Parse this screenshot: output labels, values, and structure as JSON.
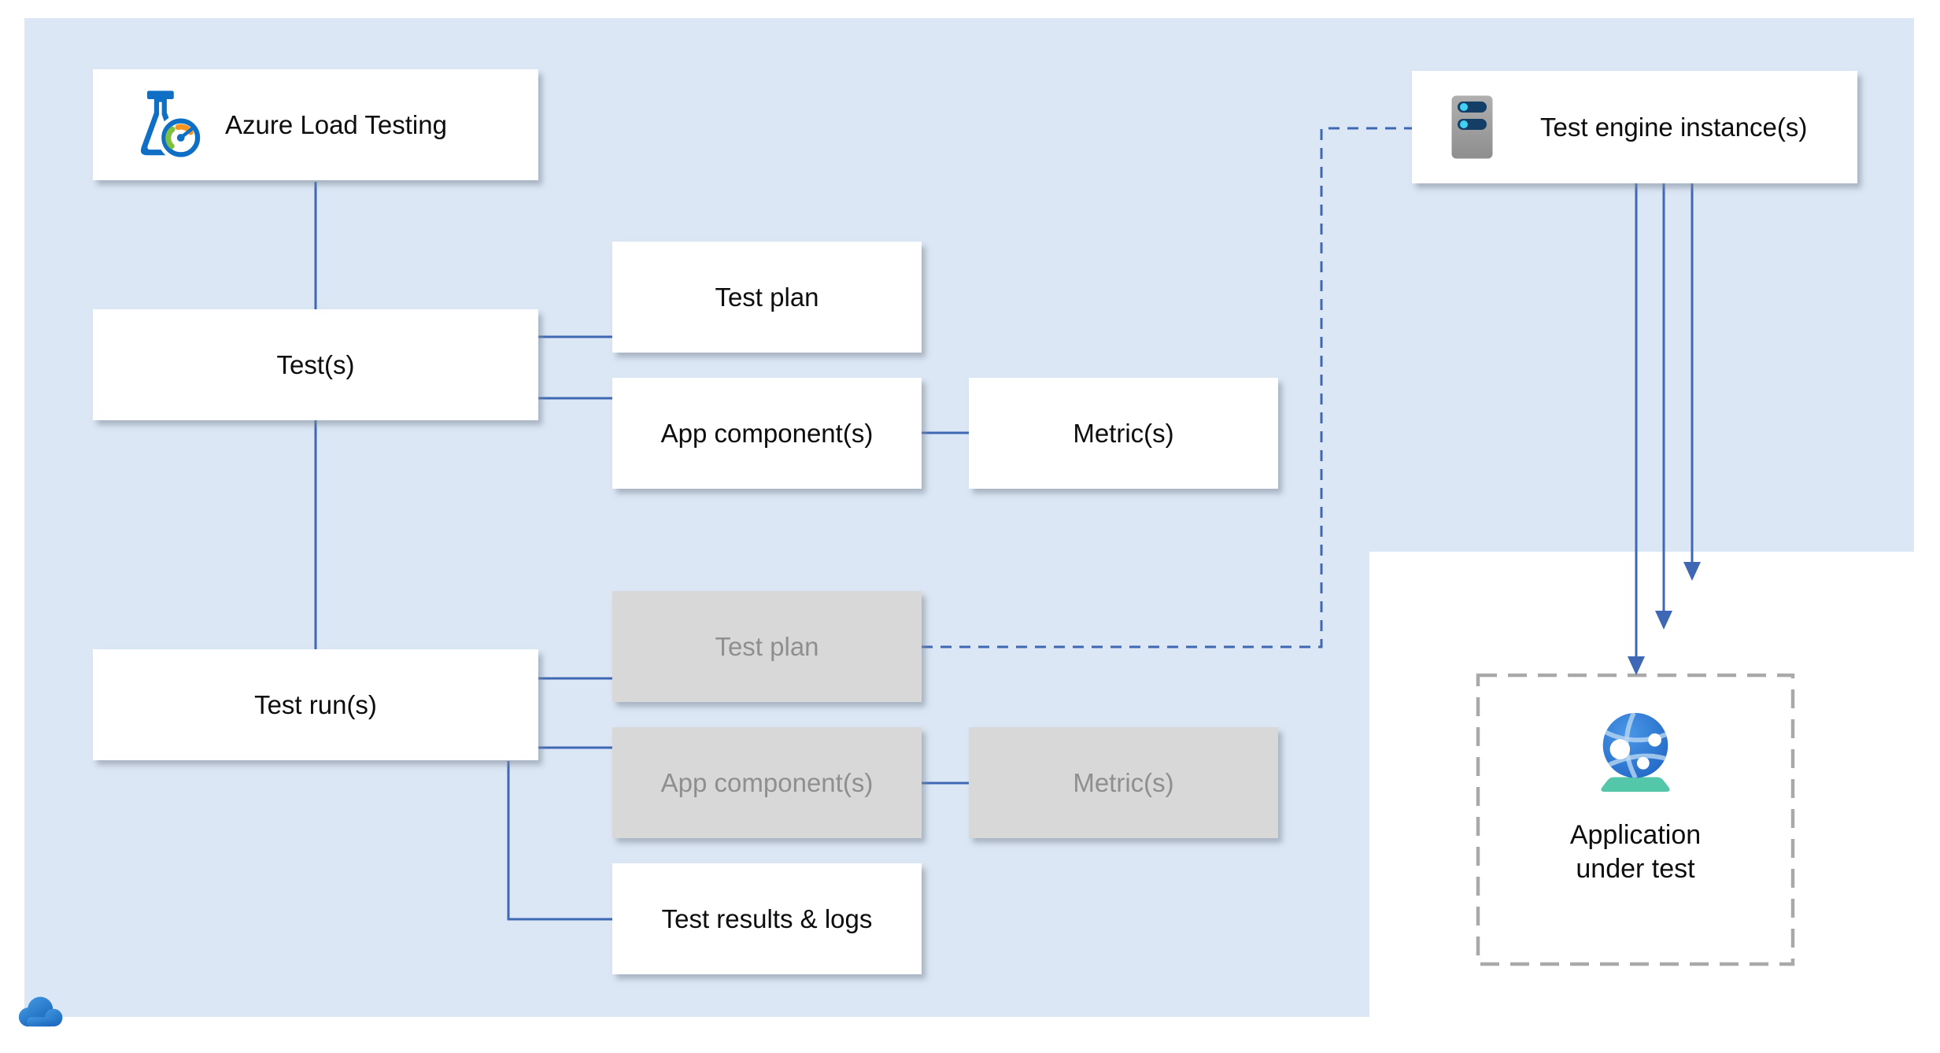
{
  "nodes": {
    "azure_load_testing": {
      "label": "Azure Load Testing",
      "icon": "load-testing-flask-gauge"
    },
    "tests": {
      "label": "Test(s)"
    },
    "test_plan": {
      "label": "Test plan"
    },
    "app_components": {
      "label": "App component(s)"
    },
    "metrics": {
      "label": "Metric(s)"
    },
    "test_runs": {
      "label": "Test run(s)"
    },
    "run_test_plan": {
      "label": "Test plan"
    },
    "run_app_components": {
      "label": "App component(s)"
    },
    "run_metrics": {
      "label": "Metric(s)"
    },
    "test_results": {
      "label": "Test results & logs"
    },
    "test_engine": {
      "label": "Test engine instance(s)",
      "icon": "server"
    },
    "application_under_test": {
      "label": "Application under test",
      "icon": "app-service-globe"
    }
  },
  "decorations": {
    "cloud_icon": "azure-cloud"
  },
  "colors": {
    "background_blue": "#dce7f5",
    "connector_blue": "#3f68b4",
    "node_white": "#ffffff",
    "node_gray": "#d8d8d8",
    "gray_text": "#8f8f8f",
    "dashed_border_gray": "#a9a9a9",
    "text_black": "#0d0d0d"
  }
}
